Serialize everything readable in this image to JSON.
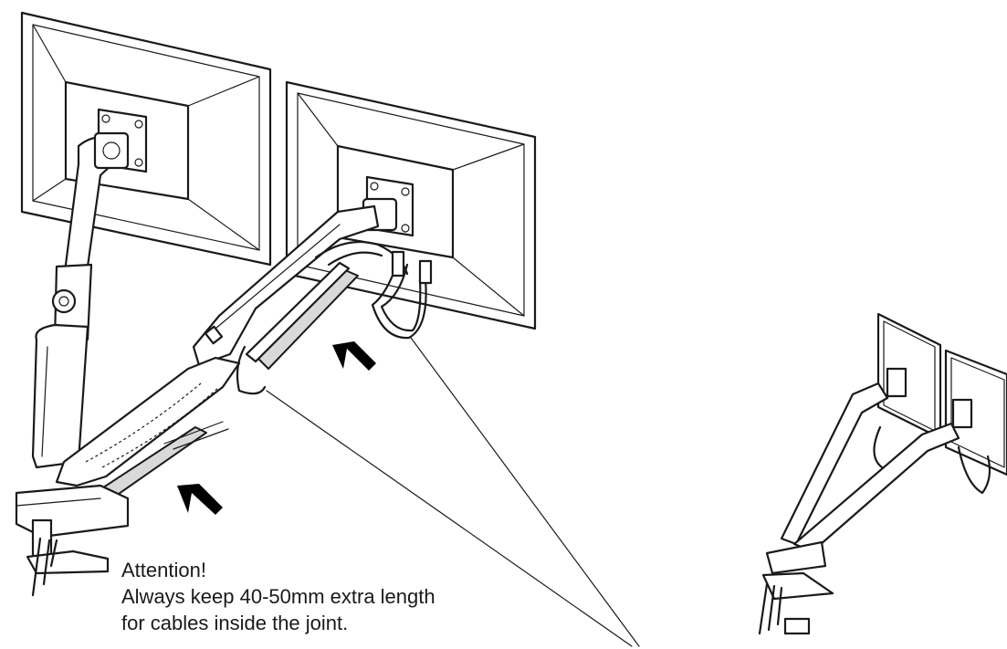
{
  "note": {
    "heading": "Attention!",
    "line1": "Always keep 40-50mm extra length",
    "line2": "for cables inside the joint."
  },
  "icons": [
    "monitor-icon",
    "mount-arm-icon",
    "cable-icon",
    "direction-arrow-icon"
  ]
}
